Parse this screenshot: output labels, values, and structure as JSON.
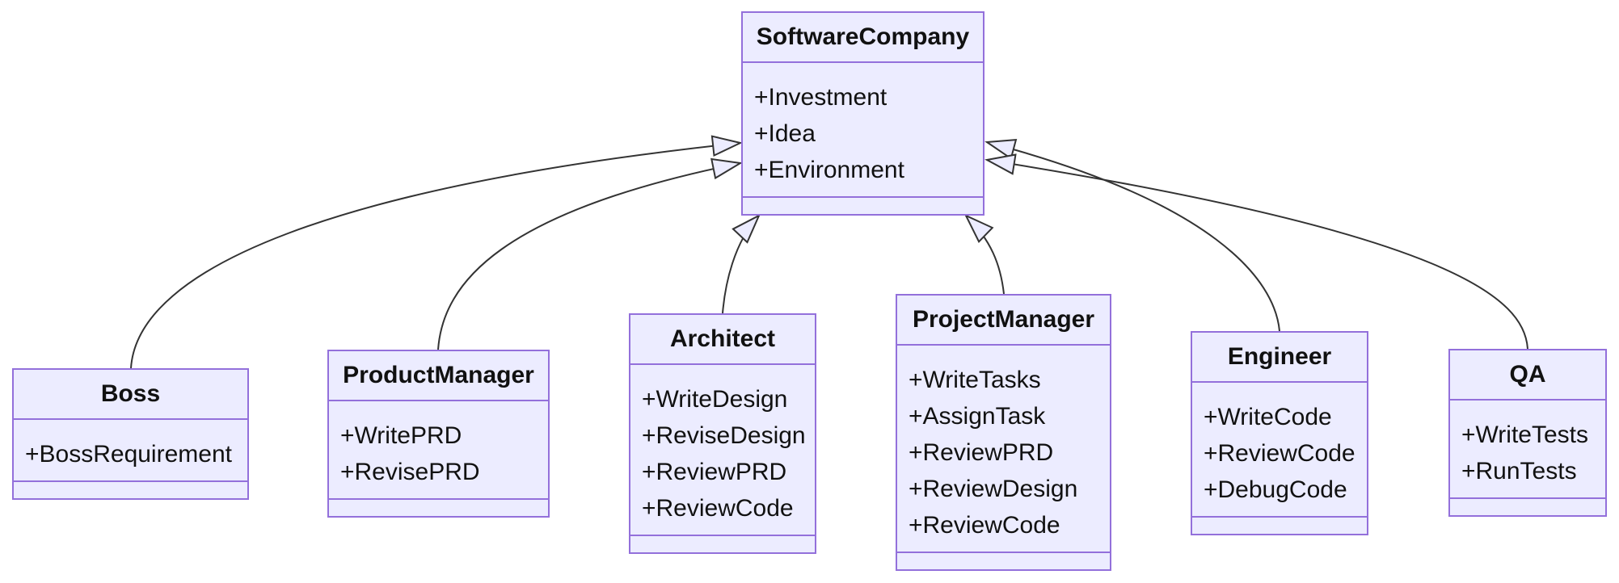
{
  "diagram": {
    "kind": "uml-class-diagram",
    "title": "",
    "colors": {
      "box_fill": "#ECECFF",
      "box_border": "#9370DB",
      "edge_line": "#333333",
      "text": "#111111",
      "background": "#ffffff"
    },
    "arrow_style": "hollow-triangle-inheritance",
    "classes": [
      {
        "name": "SoftwareCompany",
        "attributes": [
          "+Investment",
          "+Idea",
          "+Environment"
        ],
        "methods": []
      },
      {
        "name": "Boss",
        "attributes": [
          "+BossRequirement"
        ],
        "methods": []
      },
      {
        "name": "ProductManager",
        "attributes": [
          "+WritePRD",
          "+RevisePRD"
        ],
        "methods": []
      },
      {
        "name": "Architect",
        "attributes": [
          "+WriteDesign",
          "+ReviseDesign",
          "+ReviewPRD",
          "+ReviewCode"
        ],
        "methods": []
      },
      {
        "name": "ProjectManager",
        "attributes": [
          "+WriteTasks",
          "+AssignTask",
          "+ReviewPRD",
          "+ReviewDesign",
          "+ReviewCode"
        ],
        "methods": []
      },
      {
        "name": "Engineer",
        "attributes": [
          "+WriteCode",
          "+ReviewCode",
          "+DebugCode"
        ],
        "methods": []
      },
      {
        "name": "QA",
        "attributes": [
          "+WriteTests",
          "+RunTests"
        ],
        "methods": []
      }
    ],
    "relationships": [
      {
        "from": "Boss",
        "to": "SoftwareCompany",
        "type": "inheritance"
      },
      {
        "from": "ProductManager",
        "to": "SoftwareCompany",
        "type": "inheritance"
      },
      {
        "from": "Architect",
        "to": "SoftwareCompany",
        "type": "inheritance"
      },
      {
        "from": "ProjectManager",
        "to": "SoftwareCompany",
        "type": "inheritance"
      },
      {
        "from": "Engineer",
        "to": "SoftwareCompany",
        "type": "inheritance"
      },
      {
        "from": "QA",
        "to": "SoftwareCompany",
        "type": "inheritance"
      }
    ]
  }
}
